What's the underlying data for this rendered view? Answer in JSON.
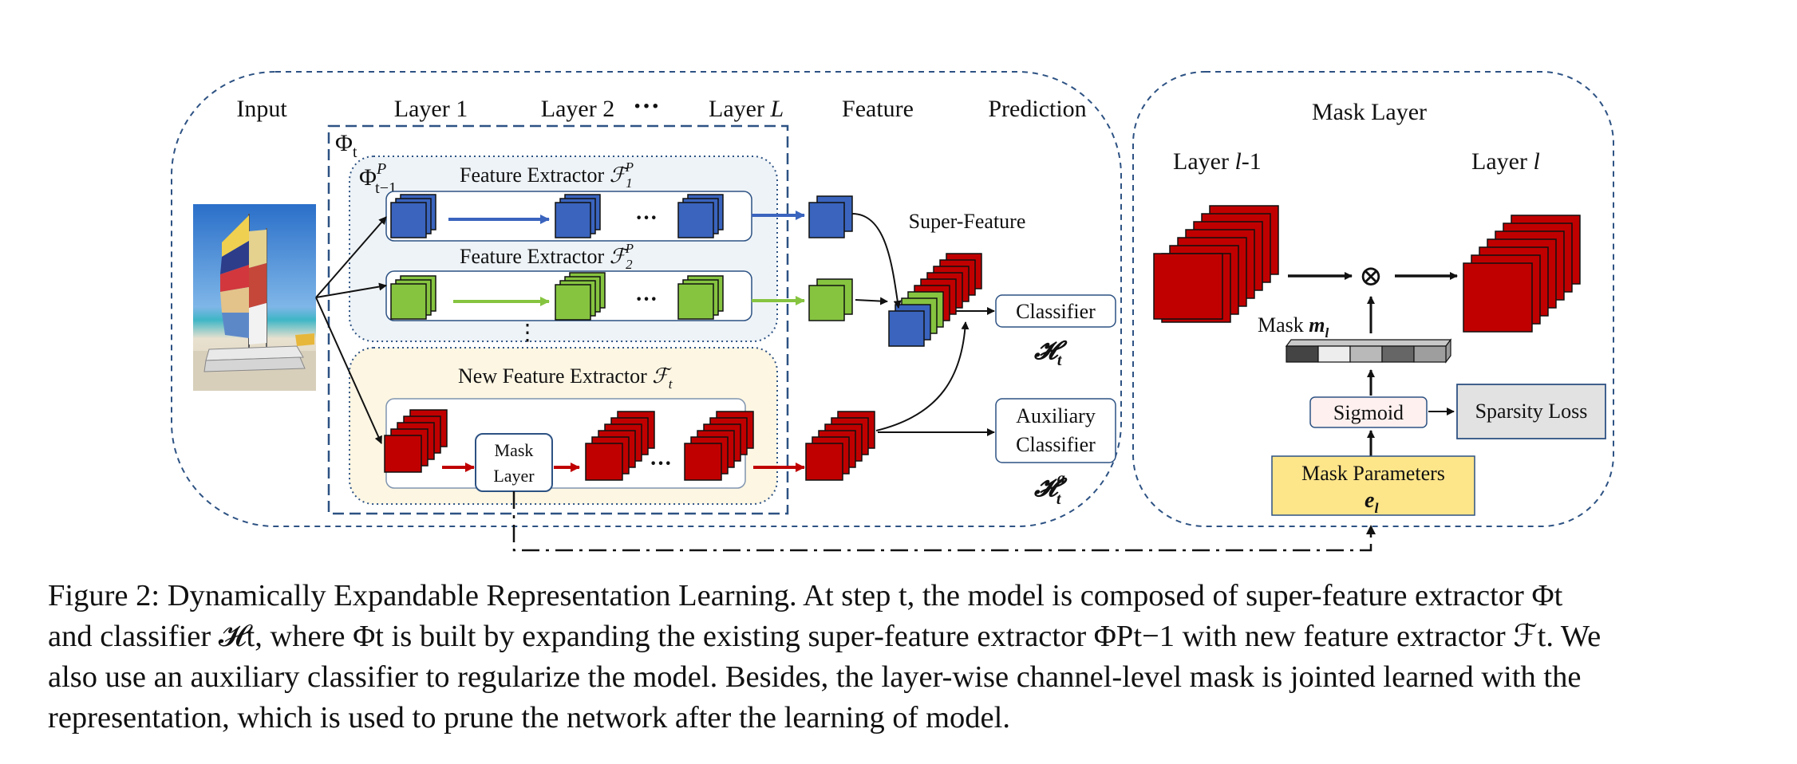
{
  "headers": {
    "input": "Input",
    "layer1": "Layer 1",
    "layer2": "Layer 2",
    "dots": "···",
    "layerL_text": "Layer ",
    "layerL_var": "L",
    "feature": "Feature",
    "prediction": "Prediction"
  },
  "phi_t": {
    "base": "Φ",
    "sub": "t"
  },
  "phi_prev": {
    "base": "Φ",
    "sup": "P",
    "sub": "t−1"
  },
  "extractor1": {
    "text": "Feature Extractor ",
    "var": "ℱ",
    "sub": "1",
    "sup": "P"
  },
  "extractor2": {
    "text": "Feature Extractor ",
    "var": "ℱ",
    "sub": "2",
    "sup": "P"
  },
  "new_extractor": {
    "text": "New Feature Extractor ",
    "var": "ℱ",
    "sub": "t"
  },
  "row_dots": "···",
  "vertical_dots": "⋮",
  "mask_layer_box": [
    "Mask",
    "Layer"
  ],
  "super_feature": "Super-Feature",
  "classifier": "Classifier",
  "classifier_symbol": {
    "var": "𝓗",
    "sub": "t"
  },
  "aux_classifier": [
    "Auxiliary",
    "Classifier"
  ],
  "aux_symbol": {
    "var": "𝓗",
    "sub": "t",
    "sup": "a"
  },
  "mask_panel": {
    "title": "Mask Layer",
    "layer_prev": {
      "text": "Layer ",
      "var": "l",
      "rest": "-1"
    },
    "layer_cur": {
      "text": "Layer ",
      "var": "l"
    },
    "mask_label": {
      "text": "Mask ",
      "var": "m",
      "sub": "l"
    },
    "sigmoid": "Sigmoid",
    "sparsity": "Sparsity Loss",
    "mask_params": "Mask Parameters",
    "mask_params_var": {
      "var": "e",
      "sub": "l"
    },
    "multiply": "⊗"
  },
  "caption": {
    "line1": "Figure 2: Dynamically Expandable Representation Learning. At step t, the model is composed of super-feature extractor Φt",
    "line2": "and classifier 𝓗t, where Φt is built by expanding the existing super-feature extractor ΦPt−1 with new feature extractor ℱt. We",
    "line3": "also use an auxiliary classifier to regularize the model. Besides, the layer-wise channel-level mask is jointed learned with the",
    "line4": "representation, which is used to prune the network after the learning of model."
  },
  "colors": {
    "blue": "#3a64be",
    "green": "#86c440",
    "red": "#c00000",
    "dashed_border": "#2d5283",
    "mask_params_fill": "#fde58a",
    "sparsity_fill": "#e2e2e2",
    "sigmoid_fill": "#fdf0ee",
    "upper_panel_fill": "#eef3f7",
    "lower_panel_fill": "#fdf6e3"
  }
}
